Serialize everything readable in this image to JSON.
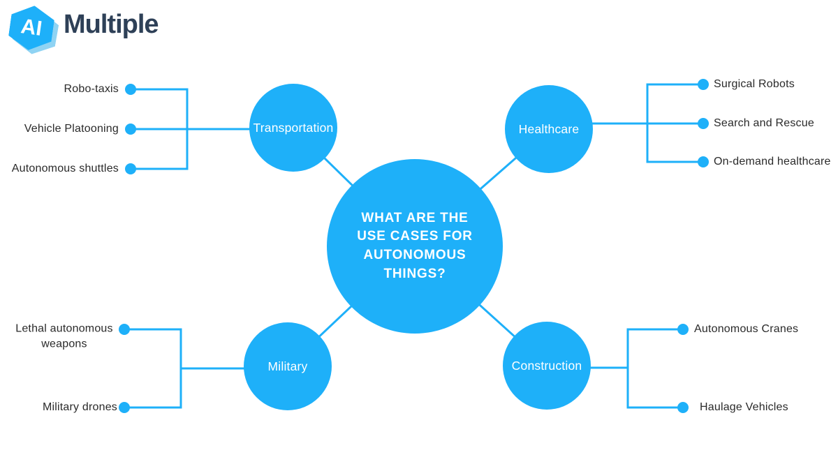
{
  "logo": {
    "mark": "AI",
    "brand": "Multiple"
  },
  "colors": {
    "accent": "#1EB0F9",
    "leaf_text": "#2A2A2A",
    "brand_text": "#2E4057",
    "node_text": "#FFFFFF",
    "background": "#FFFFFF"
  },
  "center": {
    "label": "WHAT ARE THE USE CASES FOR AUTONOMOUS THINGS?"
  },
  "branches": [
    {
      "label": "Transportation",
      "items": [
        "Robo-taxis",
        "Vehicle Platooning",
        "Autonomous shuttles"
      ]
    },
    {
      "label": "Healthcare",
      "items": [
        "Surgical Robots",
        "Search and Rescue",
        "On-demand healthcare"
      ]
    },
    {
      "label": "Military",
      "items": [
        "Lethal autonomous weapons",
        "Military drones"
      ]
    },
    {
      "label": "Construction",
      "items": [
        "Autonomous Cranes",
        "Haulage Vehicles"
      ]
    }
  ]
}
